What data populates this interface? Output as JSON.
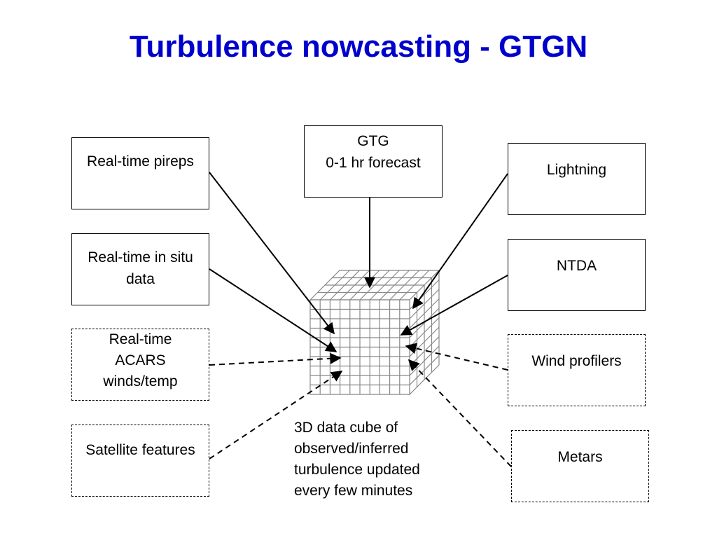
{
  "title": "Turbulence nowcasting - GTGN",
  "sources": {
    "pireps": "Real-time pireps",
    "insitu": "Real-time in situ\ndata",
    "acars": "Real-time\nACARS\nwinds/temp",
    "satellite": "Satellite features",
    "gtg": "GTG\n0-1 hr forecast",
    "lightning": "Lightning",
    "ntda": "NTDA",
    "wind_profilers": "Wind profilers",
    "metars": "Metars"
  },
  "cube_caption": "3D data cube of\nobserved/inferred\nturbulence updated\nevery few minutes",
  "colors": {
    "title": "#0000cc",
    "grid": "#888888",
    "stroke": "#000000"
  }
}
